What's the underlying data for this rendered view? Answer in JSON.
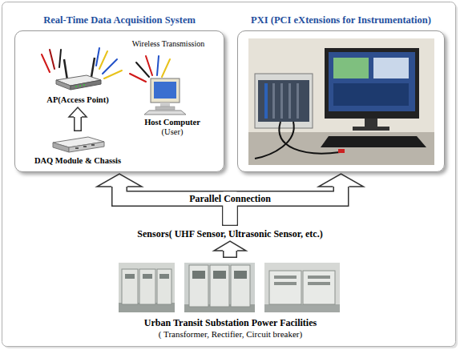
{
  "diagram": {
    "nodes": [
      {
        "text": [
          "Real-Time Data Acquisition System"
        ]
      },
      {
        "text": [
          "AP(Access Point)"
        ],
        "in": 0
      },
      {
        "text": [
          "Host Computer",
          "(User)"
        ],
        "in": 0
      },
      {
        "text": [
          "DAQ Module & Chassis"
        ],
        "in": 0
      },
      {
        "text": [
          "PXI (PCI eXtensions for Instrumentation)"
        ]
      },
      {
        "text": [
          "Sensors( UHF Sensor, Ultrasonic Sensor, etc.)"
        ]
      },
      {
        "text": [
          "Urban Transit Substation Power Facilities",
          "( Transformer, Rectifier, Circuit breaker)"
        ]
      }
    ],
    "edges": [
      {
        "from": 3,
        "to": 1,
        "arrow": "to"
      },
      {
        "from": 5,
        "to": 0,
        "arrow": "to"
      },
      {
        "from": 5,
        "to": 4,
        "arrow": "to"
      },
      {
        "from": 6,
        "to": 5,
        "arrow": "to"
      }
    ],
    "labels": [
      "Wireless Transmission",
      "Parallel Connection"
    ]
  }
}
